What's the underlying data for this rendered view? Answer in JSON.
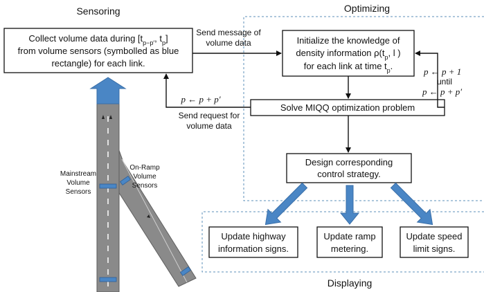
{
  "sections": {
    "sensoring": "Sensoring",
    "optimizing": "Optimizing",
    "displaying": "Displaying"
  },
  "boxes": {
    "collect": {
      "line1": "Collect volume data during [t",
      "line1_sub1": "p−p′",
      "line1_mid": ", t",
      "line1_sub2": "p",
      "line1_end": "]",
      "line2": "from volume sensors (symbolled as blue",
      "line3": "rectangle) for each link."
    },
    "initialize": {
      "line1": "Initialize the knowledge of",
      "line2": "density information ρ(t",
      "line2_sub": "p",
      "line2_end": ", l )",
      "line3": "for each link at time t",
      "line3_sub": "p",
      "line3_end": "."
    },
    "solve": "Solve MIQQ optimization problem",
    "design": {
      "line1": "Design corresponding",
      "line2": "control strategy."
    },
    "highway": {
      "line1": "Update highway",
      "line2": "information signs."
    },
    "ramp": {
      "line1": "Update ramp",
      "line2": "metering."
    },
    "speed": {
      "line1": "Update speed",
      "line2": "limit signs."
    }
  },
  "labels": {
    "send_message_1": "Send message of",
    "send_message_2": "volume data",
    "send_request_1": "Send request for",
    "send_request_2": "volume data",
    "p_update": "p ← p + p′",
    "loop_1": "p ← p + 1",
    "loop_2": "until",
    "loop_3": "p ← p + p′",
    "mainstream_1": "Mainstream",
    "mainstream_2": "Volume",
    "mainstream_3": "Sensors",
    "onramp_1": "On-Ramp",
    "onramp_2": "Volume",
    "onramp_3": "Sensors"
  },
  "colors": {
    "sensor_blue": "#4a86c5",
    "dashed_border": "#5b8fb9",
    "road_gray": "#8a8a8a"
  }
}
